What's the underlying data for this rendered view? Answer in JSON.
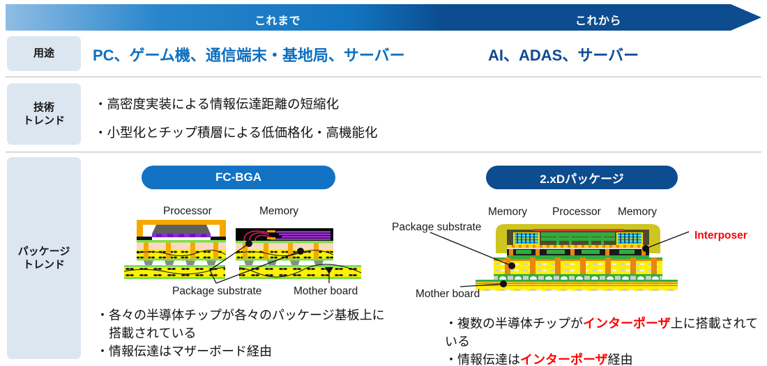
{
  "header": {
    "previous_label": "これまで",
    "next_label": "これから",
    "arrow_gradient_start": "#7fb4e0",
    "arrow_gradient_mid": "#1e7fc8",
    "arrow_end_color": "#0c4c8f"
  },
  "rows": {
    "use": {
      "chip_label": "用途",
      "previous": "PC、ゲーム機、通信端末・基地局、サーバー",
      "next": "AI、ADAS、サーバー",
      "previous_color": "#0c6fc0",
      "next_color": "#0d4a93"
    },
    "tech": {
      "chip_label_line1": "技術",
      "chip_label_line2": "トレンド",
      "bullets": [
        "・高密度実装による情報伝達距離の短縮化",
        "・小型化とチップ積層による低価格化・高機能化"
      ]
    },
    "package": {
      "chip_label_line1": "パッケージ",
      "chip_label_line2": "トレンド",
      "left": {
        "pill_label": "FC-BGA",
        "pill_color": "#1272c4",
        "label_processor": "Processor",
        "label_memory": "Memory",
        "label_package_substrate": "Package substrate",
        "label_mother_board": "Mother board",
        "bullets": [
          "・各々の半導体チップが各々のパッケージ基板上に",
          "　搭載されている",
          "・情報伝達はマザーボード経由"
        ]
      },
      "right": {
        "pill_label": "2.xDパッケージ",
        "pill_color": "#0c4c8f",
        "label_memory_left": "Memory",
        "label_processor": "Processor",
        "label_memory_right": "Memory",
        "label_package_substrate": "Package substrate",
        "label_mother_board": "Mother board",
        "label_interposer": "Interposer",
        "interposer_color": "#ff0000",
        "bullets": [
          {
            "pre": "・複数の半導体チップが",
            "hl": "インターポーザ",
            "post": "上に搭載されている"
          },
          {
            "pre": "・情報伝達は",
            "hl": "インターポーザ",
            "post": "経由"
          }
        ]
      }
    }
  }
}
